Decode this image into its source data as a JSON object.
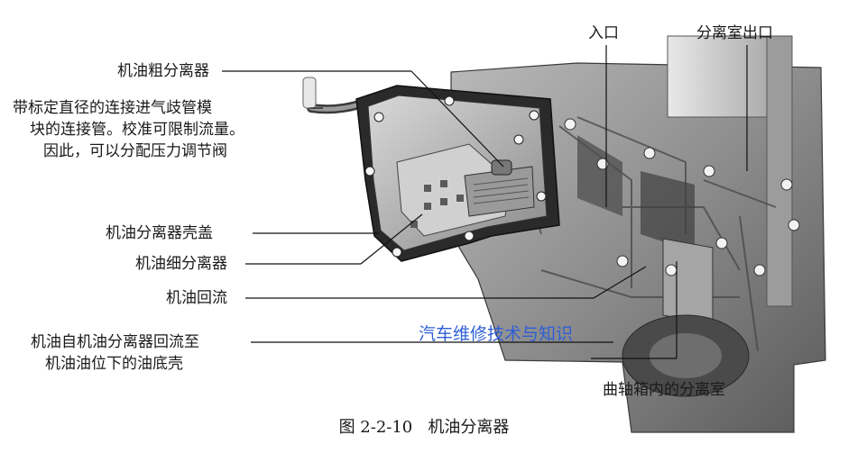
{
  "labels": {
    "coarse_separator": "机油粗分离器",
    "pipe_note_1": "带标定直径的连接进气歧管模",
    "pipe_note_2": "块的连接管。校准可限制流量。",
    "pipe_note_3": "因此，可以分配压力调节阀",
    "separator_cover": "机油分离器壳盖",
    "fine_separator": "机油细分离器",
    "oil_return": "机油回流",
    "return_to_sump_1": "机油自机油分离器回流至",
    "return_to_sump_2": "机油油位下的油底壳",
    "inlet": "入口",
    "chamber_outlet": "分离室出口",
    "crankcase_chamber": "曲轴箱内的分离室"
  },
  "watermark": "汽车维修技术与知识",
  "caption": "图 2-2-10   机油分离器",
  "colors": {
    "watermark": "#2f5fd6",
    "leader": "#111111"
  }
}
